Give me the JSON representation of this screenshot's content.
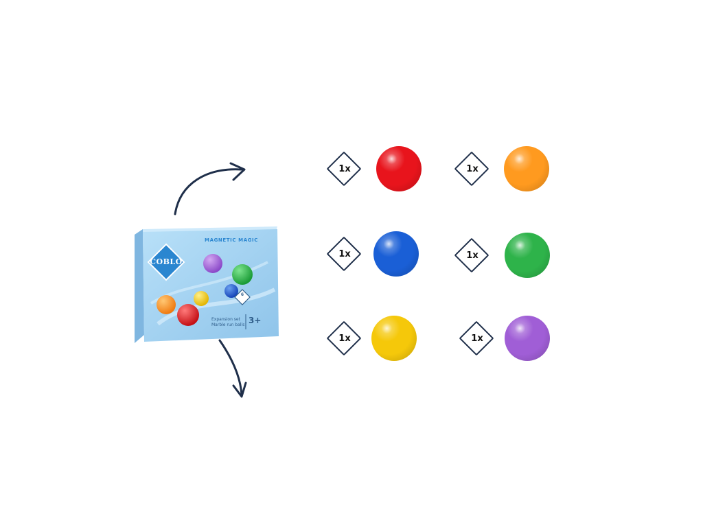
{
  "product_box": {
    "brand": "COBLO",
    "product_line": "MAGNETIC MAGIC",
    "subtitle_line1": "Expansion set",
    "subtitle_line2": "Marble run balls",
    "age": "3+",
    "count": "6"
  },
  "items": [
    {
      "quantity": "1x",
      "color_name": "red",
      "color": "#e8141c"
    },
    {
      "quantity": "1x",
      "color_name": "orange",
      "color": "#ff9a1f"
    },
    {
      "quantity": "1x",
      "color_name": "blue",
      "color": "#1a5fd6"
    },
    {
      "quantity": "1x",
      "color_name": "green",
      "color": "#2eb34a"
    },
    {
      "quantity": "1x",
      "color_name": "yellow",
      "color": "#f5c80a"
    },
    {
      "quantity": "1x",
      "color_name": "purple",
      "color": "#a05ed6"
    }
  ],
  "colors": {
    "arrow": "#1f2f4a",
    "box_blue": "#a9d4f2"
  }
}
